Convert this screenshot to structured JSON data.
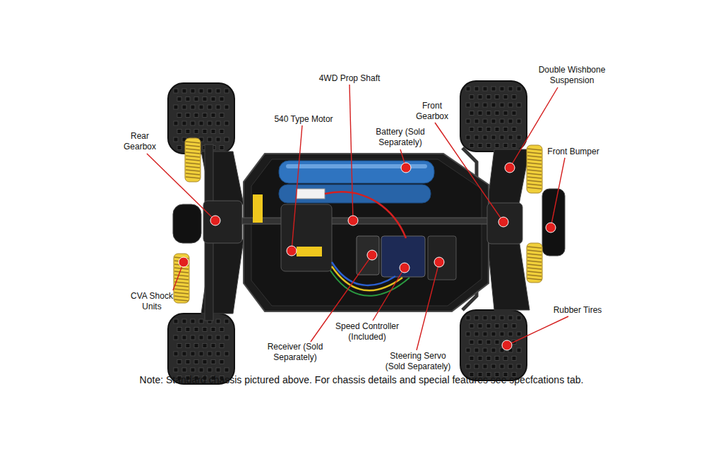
{
  "diagram": {
    "caption": "Note: Standard chassis pictured above. For chassis details and special features see specfcations tab.",
    "labels": [
      "4WD Prop Shaft",
      "Double Wishbone Suspension",
      "540 Type Motor",
      "Battery (Sold Separately)",
      "Front Gearbox",
      "Rear Gearbox",
      "Front Bumper",
      "CVA Shock Units",
      "Rubber Tires",
      "Speed Controller (Included)",
      "Receiver (Sold Separately)",
      "Steering Servo (Sold Separately)"
    ]
  }
}
